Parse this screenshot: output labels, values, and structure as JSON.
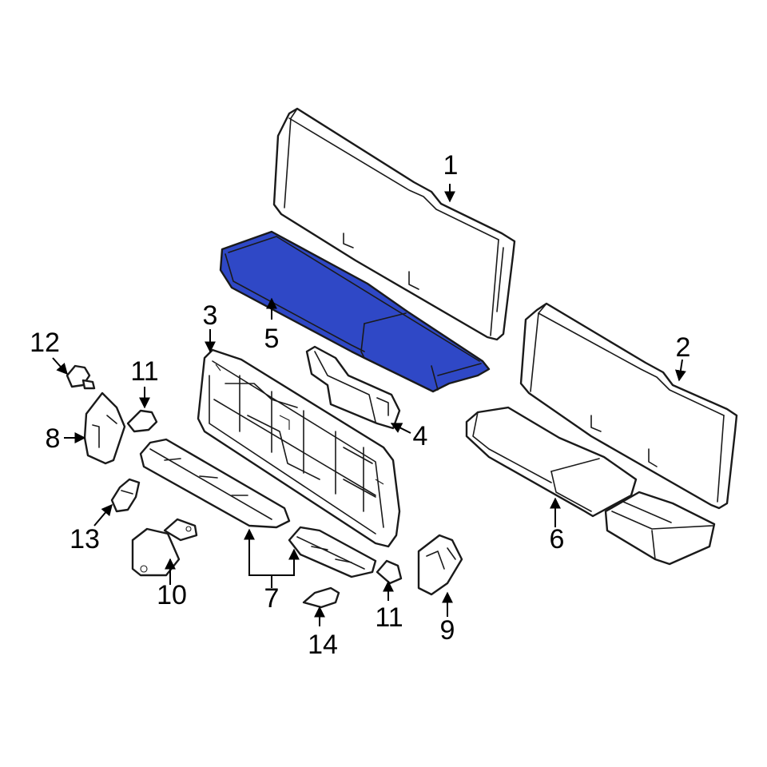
{
  "diagram": {
    "highlight_color": "#2f48c6",
    "callouts": {
      "c1": "1",
      "c2": "2",
      "c3": "3",
      "c4": "4",
      "c5": "5",
      "c6": "6",
      "c7": "7",
      "c8": "8",
      "c9": "9",
      "c10": "10",
      "c11a": "11",
      "c11b": "11",
      "c12": "12",
      "c13": "13",
      "c14": "14"
    }
  }
}
